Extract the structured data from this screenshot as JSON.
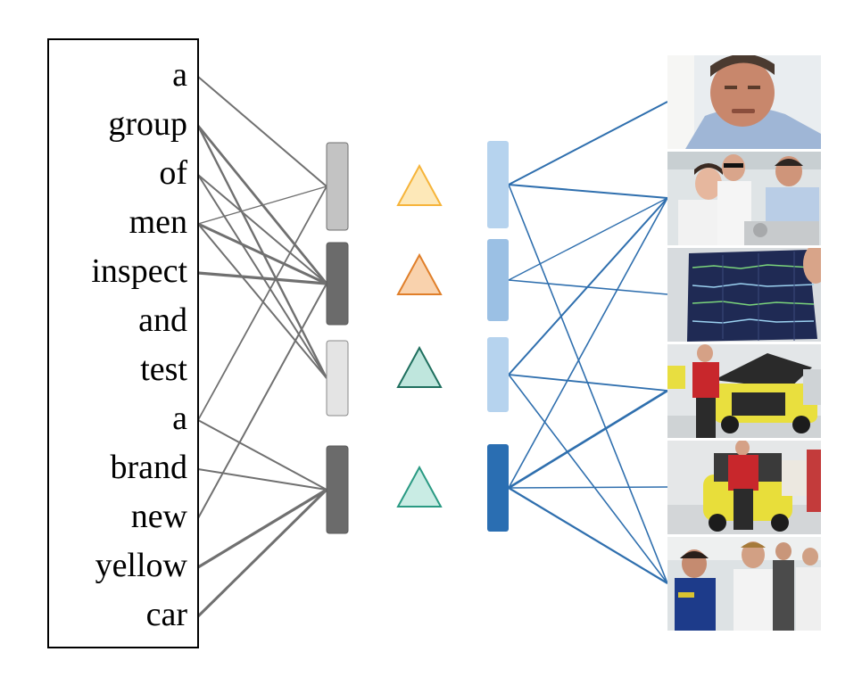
{
  "sentence": {
    "words": [
      "a",
      "group",
      "of",
      "men",
      "inspect",
      "and",
      "test",
      "a",
      "brand",
      "new",
      "yellow",
      "car"
    ]
  },
  "text_groups": [
    {
      "color": "#c3c3c3",
      "stroke": "#6f6f6f"
    },
    {
      "color": "#6b6b6b",
      "stroke": "#5b5b5b"
    },
    {
      "color": "#e4e4e4",
      "stroke": "#8a8a8a"
    },
    {
      "color": "#6b6b6b",
      "stroke": "#5b5b5b"
    }
  ],
  "triangles": [
    {
      "fill": "#fde8b8",
      "stroke": "#f6b43a"
    },
    {
      "fill": "#f9d2ad",
      "stroke": "#e07f2a"
    },
    {
      "fill": "#bfe6dd",
      "stroke": "#1f6f5e"
    },
    {
      "fill": "#c9ece4",
      "stroke": "#2a9a83"
    }
  ],
  "video_groups": [
    {
      "color": "#b6d3ee"
    },
    {
      "color": "#9bc0e4"
    },
    {
      "color": "#b6d3ee"
    },
    {
      "color": "#2a6eb2"
    }
  ],
  "frames": [
    {
      "name": "frame-man-closeup",
      "icon": "man-closeup-photo"
    },
    {
      "name": "frame-group-inspecting",
      "icon": "group-inspecting-photo"
    },
    {
      "name": "frame-monitor-screen",
      "icon": "monitor-screen-photo"
    },
    {
      "name": "frame-yellow-car-open-hood",
      "icon": "yellow-car-hood-photo"
    },
    {
      "name": "frame-yellow-car-front",
      "icon": "yellow-car-front-photo"
    },
    {
      "name": "frame-men-talking",
      "icon": "men-talking-photo"
    }
  ],
  "colors": {
    "text_edge": "#707070",
    "video_edge": "#2f6fae"
  },
  "text_edges": [
    [
      0,
      0,
      2.0
    ],
    [
      1,
      1,
      2.8
    ],
    [
      1,
      2,
      2.4
    ],
    [
      2,
      1,
      2.0
    ],
    [
      2,
      2,
      2.0
    ],
    [
      3,
      0,
      1.4
    ],
    [
      3,
      1,
      3.0
    ],
    [
      3,
      2,
      2.0
    ],
    [
      4,
      1,
      3.2
    ],
    [
      7,
      0,
      1.8
    ],
    [
      7,
      3,
      2.0
    ],
    [
      8,
      3,
      2.0
    ],
    [
      9,
      1,
      2.0
    ],
    [
      10,
      3,
      3.2
    ],
    [
      11,
      3,
      3.0
    ]
  ],
  "video_edges": [
    [
      0,
      0,
      2.0
    ],
    [
      0,
      1,
      2.0
    ],
    [
      0,
      5,
      1.6
    ],
    [
      1,
      1,
      1.4
    ],
    [
      1,
      2,
      1.6
    ],
    [
      2,
      1,
      2.0
    ],
    [
      2,
      3,
      1.8
    ],
    [
      2,
      5,
      1.6
    ],
    [
      3,
      1,
      1.6
    ],
    [
      3,
      3,
      2.6
    ],
    [
      3,
      4,
      1.6
    ],
    [
      3,
      5,
      2.2
    ]
  ]
}
